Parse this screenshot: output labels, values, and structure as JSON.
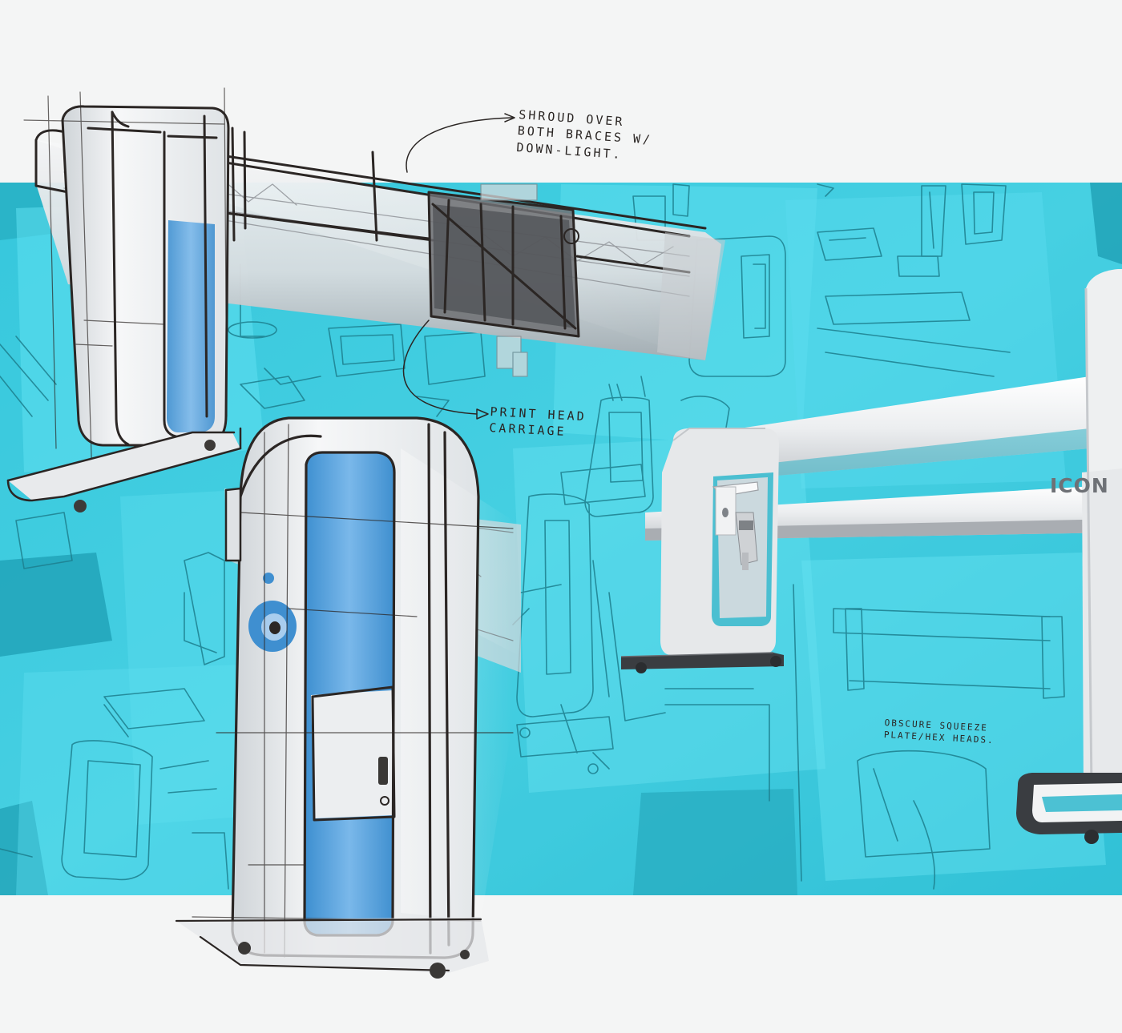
{
  "annotations": {
    "shroud": "SHROUD OVER\nBOTH BRACES W/\nDOWN-LIGHT.",
    "print_head": "PRINT HEAD\nCARRIAGE",
    "obscure": "OBSCURE SQUEEZE\nPLATE/HEX HEADS."
  },
  "brand_logo": "ICON",
  "colors": {
    "page_background": "#f4f5f5",
    "cyan_paper": "#3fd2e6",
    "cyan_ink": "#1f8d9c",
    "marker_blue": "#4f9ed9",
    "sketch_ink": "#2b2624",
    "render_white": "#eeeff0",
    "render_grey": "#b9bcc0"
  },
  "icons": [
    "cross-arrow-sketch-icon",
    "arrow-right-icon"
  ]
}
